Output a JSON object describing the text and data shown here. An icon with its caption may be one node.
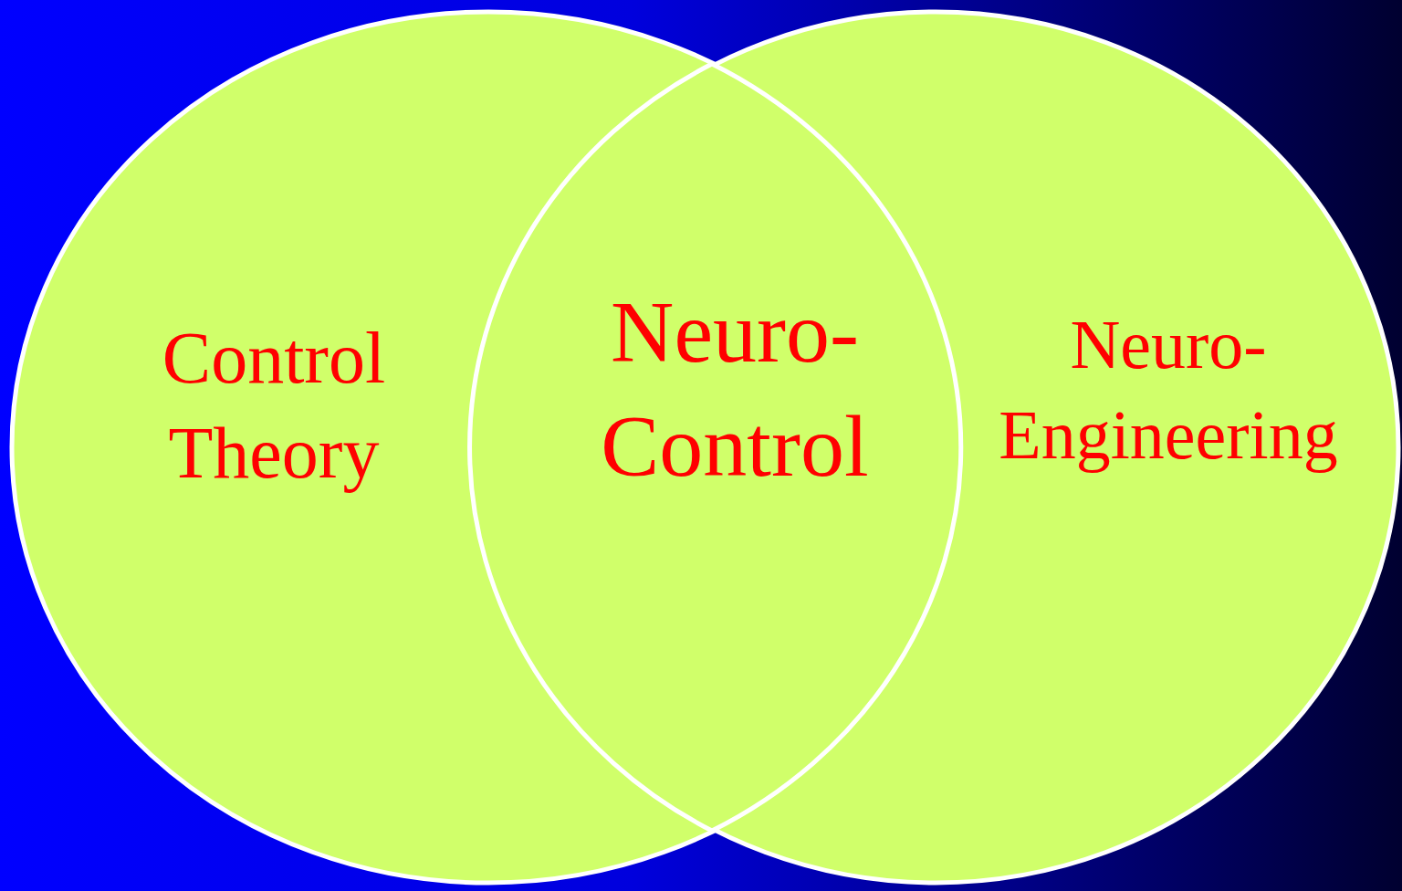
{
  "diagram": {
    "nodes": [
      {
        "text": [
          "Control Theory"
        ]
      },
      {
        "text": [
          "Neuro- Engineering"
        ]
      },
      {
        "text": [
          "Neuro- Control"
        ]
      }
    ]
  }
}
